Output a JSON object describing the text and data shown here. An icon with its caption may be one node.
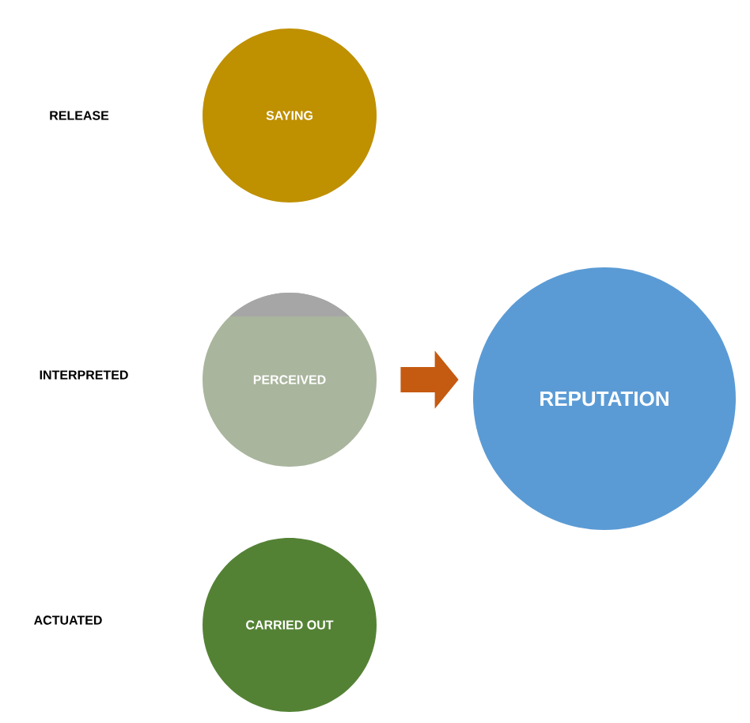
{
  "diagram": {
    "nodes": [
      {
        "text": [
          "SAYING"
        ]
      },
      {
        "text": [
          "PERCEIVED"
        ]
      },
      {
        "text": [
          "REPUTATION"
        ]
      },
      {
        "text": [
          "CARRIED OUT"
        ]
      }
    ],
    "edges": [
      {
        "from": 1,
        "to": 2,
        "arrow": "to"
      }
    ],
    "labels": [
      "RELEASE",
      "INTERPRETED",
      "ACTUATED"
    ]
  }
}
